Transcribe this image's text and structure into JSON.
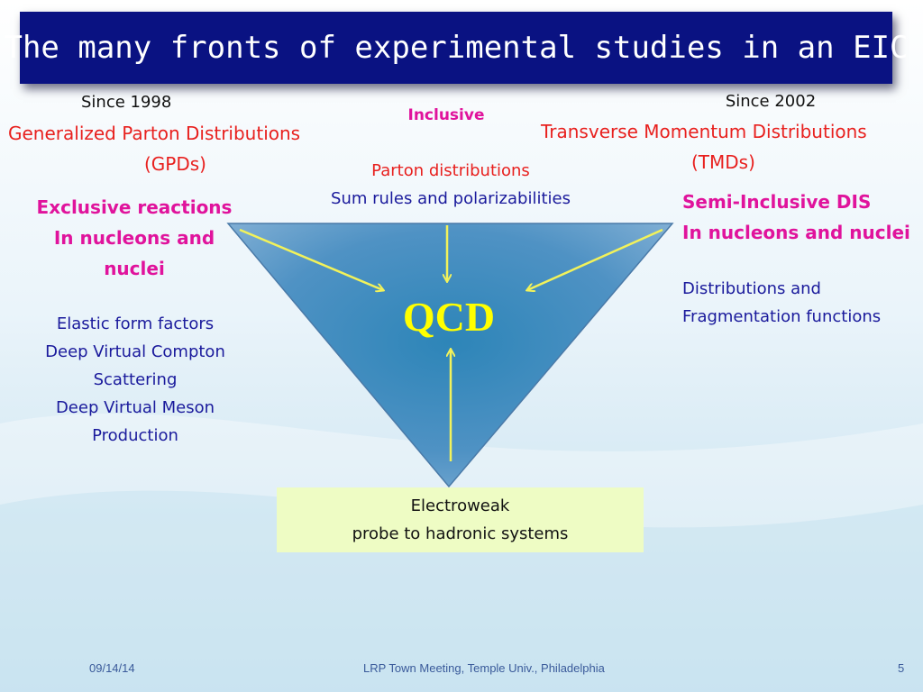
{
  "title": "The many fronts of experimental studies in an EIC",
  "left": {
    "since": "Since 1998",
    "topic_line1": "Generalized Parton Distributions",
    "topic_line2": "(GPDs)",
    "heading": [
      "Exclusive reactions",
      "In nucleons and",
      "nuclei"
    ],
    "items": [
      "Elastic form factors",
      "Deep Virtual Compton",
      "Scattering",
      "Deep Virtual Meson",
      "Production"
    ]
  },
  "center": {
    "heading": "Inclusive",
    "line1": "Parton distributions",
    "line2": "Sum rules and polarizabilities"
  },
  "right": {
    "since": "Since 2002",
    "topic_line1": "Transverse Momentum Distributions",
    "topic_line2": "(TMDs)",
    "heading": [
      "Semi-Inclusive DIS",
      "In nucleons and nuclei"
    ],
    "items": [
      "Distributions and",
      "Fragmentation functions"
    ]
  },
  "qcd_label": "QCD",
  "probe": {
    "line1": "Electroweak",
    "line2": "probe to hadronic systems"
  },
  "footer": {
    "date": "09/14/14",
    "center": "LRP Town Meeting, Temple Univ., Philadelphia",
    "page": "5"
  },
  "colors": {
    "title_bg": "#0a1282",
    "red_text": "#e8201e",
    "blue_text": "#1a1a9c",
    "magenta_text": "#e0139c",
    "qcd_text": "#ffff00",
    "arrow": "#f2f25a",
    "probe_bg": "#eefcc4"
  }
}
